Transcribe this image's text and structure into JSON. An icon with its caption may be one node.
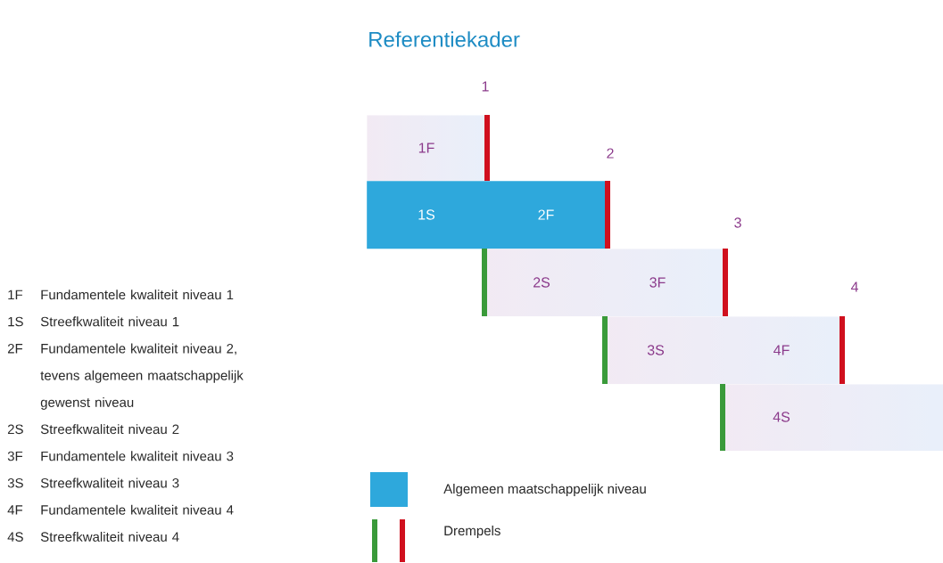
{
  "diagram": {
    "title": "Referentiekader",
    "nodes": [
      {
        "text": [
          "1F"
        ]
      },
      {
        "text": [
          "1S",
          "2F"
        ]
      },
      {
        "text": [
          "2S",
          "3F"
        ]
      },
      {
        "text": [
          "3S",
          "4F"
        ]
      },
      {
        "text": [
          "4S"
        ]
      }
    ],
    "labels": [
      "1",
      "2",
      "3",
      "4",
      "1F",
      "Fundamentele kwaliteit niveau 1",
      "1S",
      "Streefkwaliteit niveau 1",
      "2F",
      "Fundamentele kwaliteit niveau 2, tevens algemeen maatschappelijk gewenst niveau",
      "2S",
      "Streefkwaliteit niveau 2",
      "3F",
      "Fundamentele kwaliteit niveau 3",
      "3S",
      "Streefkwaliteit niveau 3",
      "4F",
      "Fundamentele kwaliteit niveau 4",
      "4S",
      "Streefkwaliteit niveau 4"
    ],
    "legend": [
      {
        "text": "Algemeen maatschappelijk niveau",
        "color": "#2ea8dc"
      },
      {
        "text": "Drempels"
      }
    ]
  }
}
